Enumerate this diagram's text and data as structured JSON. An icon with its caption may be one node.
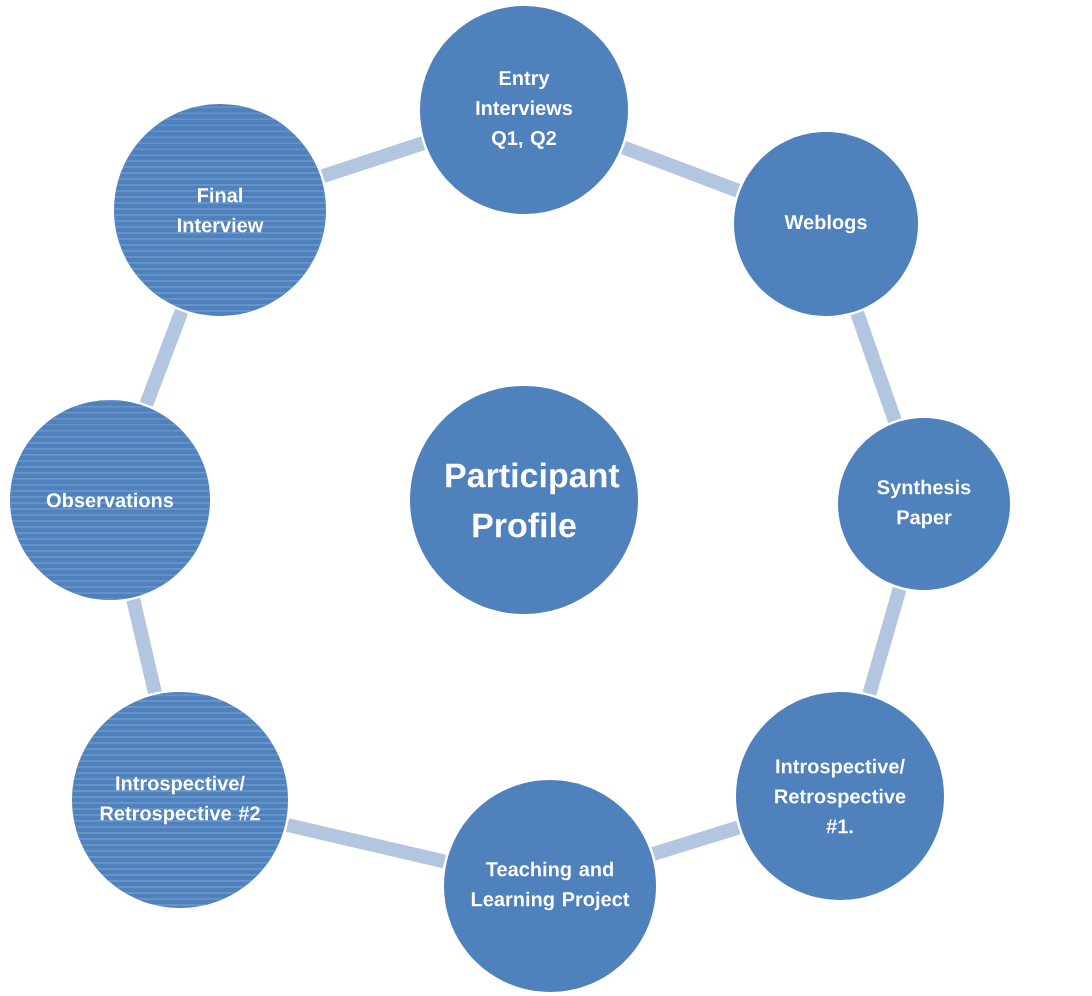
{
  "diagram": {
    "nodes": [
      {
        "text": [
          "Participant Profile"
        ]
      },
      {
        "text": [
          "Entry Interviews Q1, Q2"
        ]
      },
      {
        "text": [
          "Weblogs"
        ]
      },
      {
        "text": [
          "Synthesis Paper"
        ]
      },
      {
        "text": [
          "Introspective/ Retrospective #1."
        ]
      },
      {
        "text": [
          "Teaching and Learning Project"
        ]
      },
      {
        "text": [
          "Introspective/ Retrospective #2"
        ]
      },
      {
        "text": [
          "Observations"
        ]
      },
      {
        "text": [
          "Final Interview"
        ]
      }
    ],
    "edges": [
      {
        "from": 1,
        "to": 2,
        "arrow": "none"
      },
      {
        "from": 2,
        "to": 3,
        "arrow": "none"
      },
      {
        "from": 3,
        "to": 4,
        "arrow": "none"
      },
      {
        "from": 4,
        "to": 5,
        "arrow": "none"
      },
      {
        "from": 5,
        "to": 6,
        "arrow": "none"
      },
      {
        "from": 6,
        "to": 7,
        "arrow": "none"
      },
      {
        "from": 7,
        "to": 8,
        "arrow": "none"
      },
      {
        "from": 8,
        "to": 1,
        "arrow": "none"
      }
    ]
  }
}
